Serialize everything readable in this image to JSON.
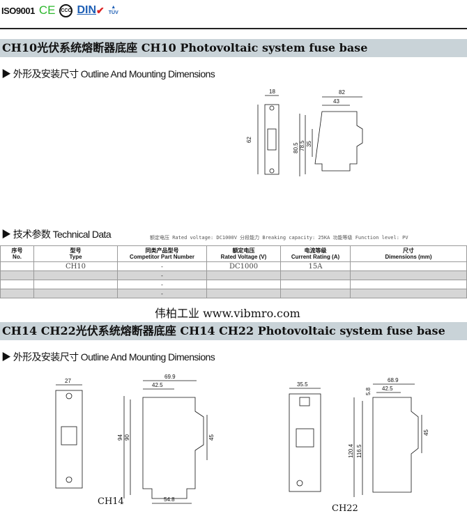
{
  "certifications": [
    "ISO9001",
    "CE",
    "CCC",
    "DIN",
    "TÜV"
  ],
  "section1": {
    "title": "CH10光伏系统熔断器底座    CH10 Photovoltaic system fuse base",
    "outline_heading": "外形及安装尺寸 Outline And Mounting Dimensions",
    "dimensions": {
      "width_front": "18",
      "height_front": "62",
      "depth_total": "82",
      "depth_rail": "43",
      "height_total": "80.5",
      "height_body": "78.5",
      "rail": "35"
    },
    "tech_heading": "技术参数 Technical  Data",
    "tech_note": "额定电压 Rated voltage: DC1000V  分段能力 Breaking capacity: 25KA  功能等级 Function level: PV",
    "table": {
      "headers": [
        {
          "cn": "序号",
          "en": "No."
        },
        {
          "cn": "型号",
          "en": "Type"
        },
        {
          "cn": "同类产品型号",
          "en": "Competitor Part Number"
        },
        {
          "cn": "额定电压",
          "en": "Rated Voltage (V)"
        },
        {
          "cn": "电流等级",
          "en": "Current Rating (A)"
        },
        {
          "cn": "尺寸",
          "en": "Dimensions (mm)"
        }
      ],
      "rows": [
        [
          "",
          "CH10",
          "-",
          "DC1000",
          "15A",
          ""
        ],
        [
          "",
          "",
          "-",
          "",
          "",
          ""
        ],
        [
          "",
          "",
          "-",
          "",
          "",
          ""
        ],
        [
          "",
          "",
          "-",
          "",
          "",
          ""
        ]
      ]
    },
    "watermark": "伟柏工业  www.vibmro.com"
  },
  "section2": {
    "title": "CH14 CH22光伏系统熔断器底座   CH14 CH22 Photovoltaic system fuse base",
    "outline_heading": "外形及安装尺寸 Outline And Mounting Dimensions",
    "ch14": {
      "label": "CH14",
      "width_front": "27",
      "depth_total": "69.9",
      "depth_rail": "42.5",
      "height_total": "94",
      "height_body": "90",
      "rail": "45",
      "base": "54.8"
    },
    "ch22": {
      "label": "CH22",
      "width_front": "35.5",
      "depth_total": "68.9",
      "depth_rail": "42.5",
      "offset": "5.8",
      "height_total": "120.4",
      "height_body": "116.5",
      "rail": "45"
    }
  }
}
